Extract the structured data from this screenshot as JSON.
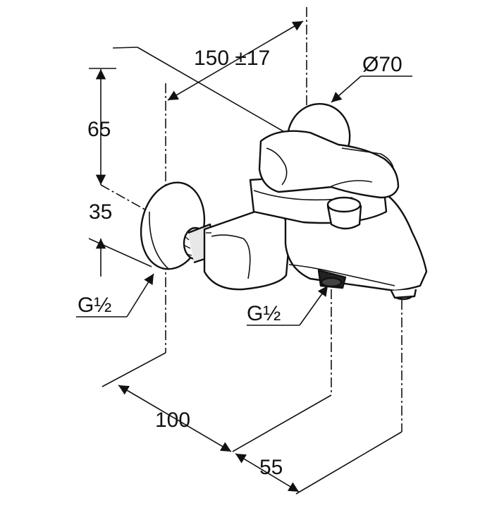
{
  "drawing": {
    "dimensions": {
      "offset_width": "150 ±17",
      "rosette_diameter": "Ø70",
      "height_top": "65",
      "height_outlet": "35",
      "inlet_thread": "G½",
      "outlet_thread": "G½",
      "projection": "100",
      "spout_offset": "55"
    },
    "colors": {
      "line": "#111111",
      "fill_light": "#f2f2f2",
      "shade": "#cfcfcf",
      "background": "#ffffff"
    }
  }
}
